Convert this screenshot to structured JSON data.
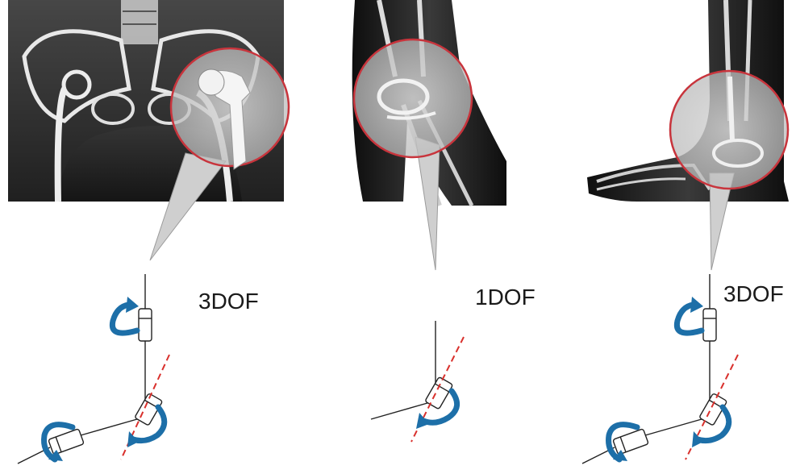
{
  "panels": [
    {
      "joint": "hip",
      "dof_label": "3DOF"
    },
    {
      "joint": "knee",
      "dof_label": "1DOF"
    },
    {
      "joint": "ankle",
      "dof_label": "3DOF"
    }
  ],
  "colors": {
    "highlight_circle": "#c8343c",
    "rotation_arrow": "#1d6fa8",
    "axis_dash": "#d9302c",
    "xray_dark": "#1c1c1c",
    "xray_bone": "#e6e6e6"
  }
}
